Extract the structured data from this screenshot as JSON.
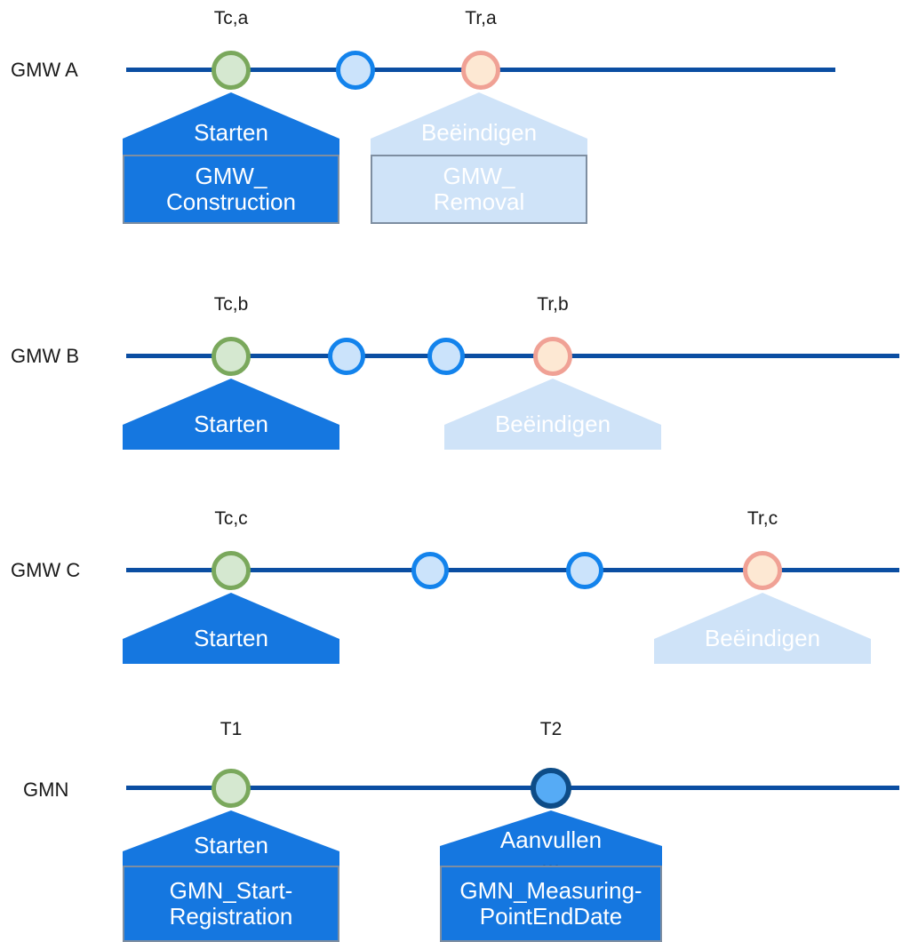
{
  "colors": {
    "axis": "#0b4ea2",
    "solid_blue": "#1577e0",
    "faded_blue": "#cfe3f8",
    "green_ring": "#7aa85c",
    "green_fill": "#d5e8d0",
    "blue_ring": "#1383ec",
    "blue_fill": "#cbe3fb",
    "peach_ring": "#f0a195",
    "peach_fill": "#fde8d3",
    "navy_ring": "#0d4c87",
    "navy_fill": "#56abf5",
    "box_border": "#7e8ea1",
    "text_dark": "#1a1a1a",
    "text_light": "#ffffff"
  },
  "rows": [
    {
      "label": "GMW A",
      "ticks": [
        {
          "text": "Tc,a"
        },
        {
          "text": "Tr,a"
        }
      ],
      "callouts": [
        {
          "headline": "Starten",
          "box_line1": "GMW_",
          "box_line2": "Construction",
          "style": "solid",
          "dots": ""
        },
        {
          "headline": "Beëindigen",
          "box_line1": "GMW_",
          "box_line2": "Removal",
          "style": "faded",
          "dots": ""
        }
      ]
    },
    {
      "label": "GMW B",
      "ticks": [
        {
          "text": "Tc,b"
        },
        {
          "text": "Tr,b"
        }
      ],
      "callouts": [
        {
          "headline": "Starten",
          "style": "solid",
          "dots": ""
        },
        {
          "headline": "Beëindigen",
          "style": "faded",
          "dots": ""
        }
      ]
    },
    {
      "label": "GMW C",
      "ticks": [
        {
          "text": "Tc,c"
        },
        {
          "text": "Tr,c"
        }
      ],
      "callouts": [
        {
          "headline": "Starten",
          "style": "solid",
          "dots": ""
        },
        {
          "headline": "Beëindigen",
          "style": "faded",
          "dots": ""
        }
      ]
    },
    {
      "label": "GMN",
      "ticks": [
        {
          "text": "T1"
        },
        {
          "text": "T2"
        }
      ],
      "callouts": [
        {
          "headline": "Starten",
          "box_line1": "GMN_Start-",
          "box_line2": "Registration",
          "style": "solid",
          "dots": ""
        },
        {
          "headline": "Aanvullen",
          "box_line1": "GMN_Measuring-",
          "box_line2": "PointEndDate",
          "style": "solid",
          "dots": "..."
        }
      ]
    }
  ]
}
